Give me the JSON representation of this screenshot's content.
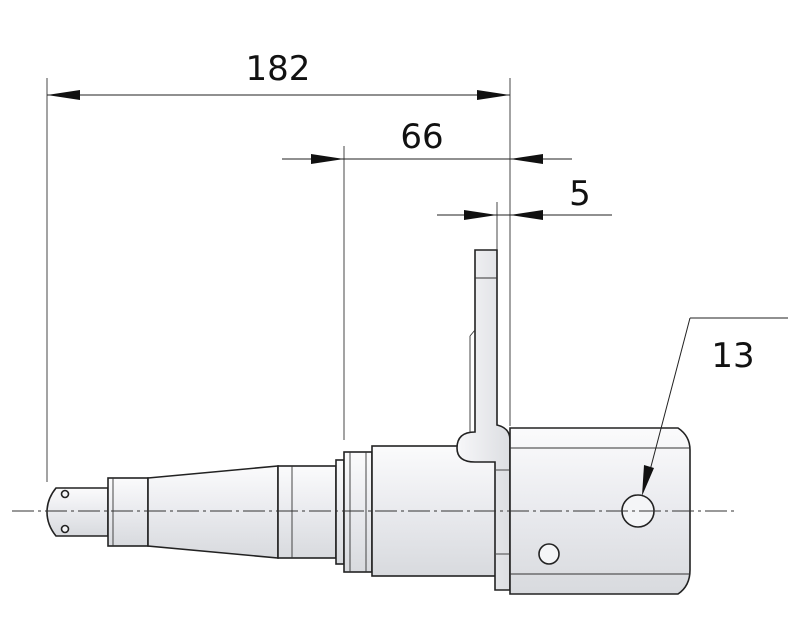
{
  "dimensions": {
    "overall_length": "182",
    "hub_to_flange": "66",
    "flange_thickness": "5",
    "hole_diameter": "13"
  }
}
